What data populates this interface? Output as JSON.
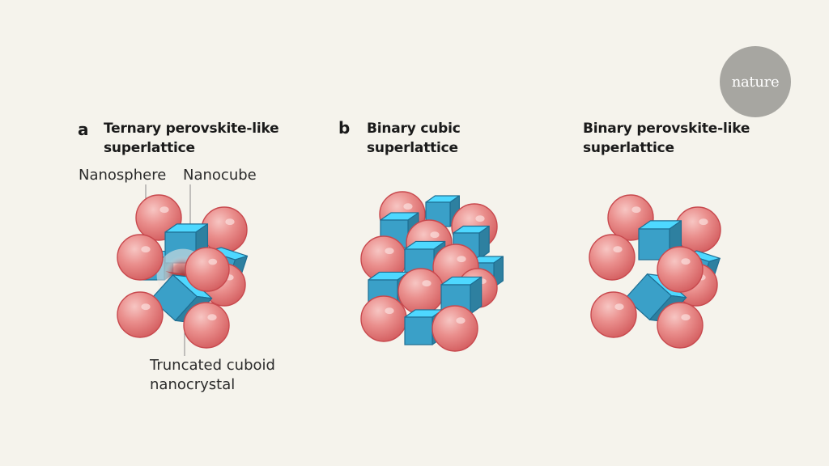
{
  "logo": {
    "text": "nature"
  },
  "panels": [
    {
      "letter": "a",
      "title_line1": "Ternary perovskite-like",
      "title_line2": "superlattice"
    },
    {
      "letter": "b",
      "title_line1": "Binary cubic",
      "title_line2": "superlattice"
    },
    {
      "letter": "",
      "title_line1": "Binary perovskite-like",
      "title_line2": "superlattice"
    }
  ],
  "callouts": {
    "nanosphere": "Nanosphere",
    "nanocube": "Nanocube",
    "truncated_line1": "Truncated cuboid",
    "truncated_line2": "nanocrystal"
  },
  "colors": {
    "background": "#f5f3ec",
    "sphere": "#e98a8a",
    "sphere_edge": "#c8494e",
    "cube": "#3aa0c8",
    "cube_edge": "#1e6e93",
    "truncated_core": "#b83a3a",
    "logo": "#a7a6a1",
    "text": "#1a1a1a"
  },
  "icons": [
    "nanosphere-icon",
    "nanocube-icon",
    "truncated-cuboid-icon"
  ]
}
